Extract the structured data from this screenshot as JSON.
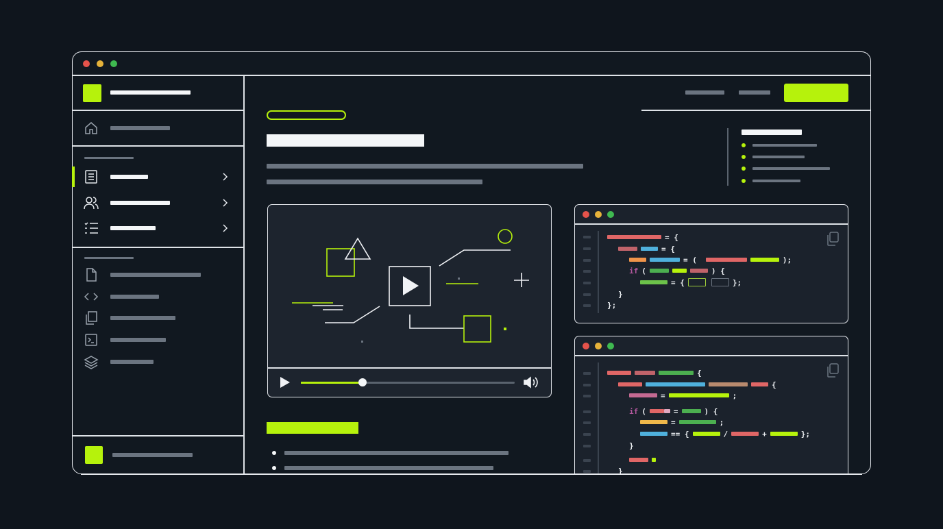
{
  "colors": {
    "background": "#0f151d",
    "accent": "#b6f20c",
    "frame": "#e6e9ee",
    "placeholder": "#6b7480",
    "dot_red": "#e5534b",
    "dot_yellow": "#e6b23a",
    "dot_green": "#3fb950"
  },
  "sidebar": {
    "icons": [
      "home-icon",
      "document-icon",
      "users-icon",
      "list-icon",
      "file-icon",
      "code-icon",
      "copy-icon",
      "terminal-icon",
      "layers-icon"
    ],
    "active_item": 0
  },
  "video": {
    "progress": 0.29,
    "icons": [
      "play-icon",
      "volume-icon"
    ]
  },
  "code1": {
    "l1": "= {",
    "l2": "= {",
    "l3a": "= (",
    "l3b": ");",
    "l4a": "if",
    "l4b": "(",
    "l4c": ") {",
    "l5a": "= {",
    "l5b": "};",
    "l6": "}",
    "l7": "};"
  },
  "code2": {
    "l1": "{",
    "l2": "{",
    "l3a": "=",
    "l3b": ";",
    "l4a": "if",
    "l4b": "(",
    "l4c": "=",
    "l4d": ") {",
    "l5a": "=",
    "l5b": ";",
    "l6a": "== {",
    "l6b": "/",
    "l6c": "+",
    "l6d": "};",
    "l7": "}",
    "l9": "}"
  }
}
